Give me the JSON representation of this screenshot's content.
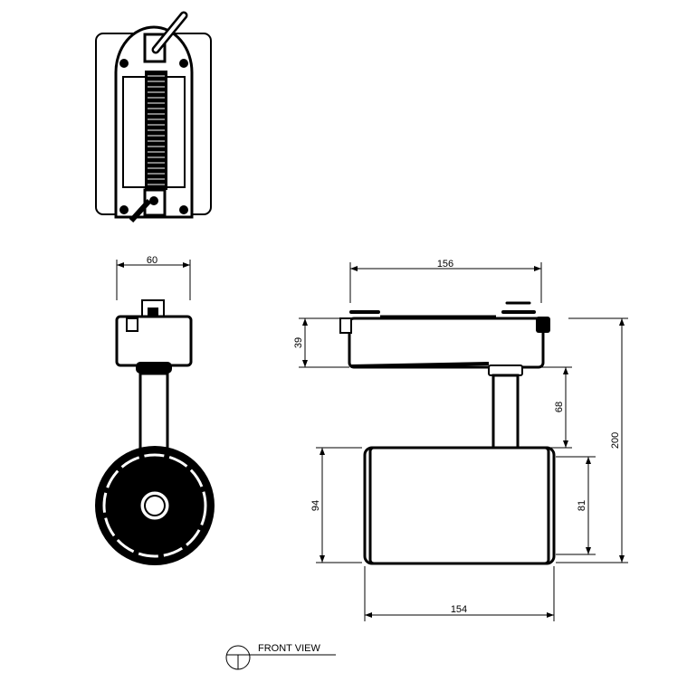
{
  "drawing": {
    "dimensions": {
      "side_width": "60",
      "adapter_length": "156",
      "adapter_height": "39",
      "stem_height": "68",
      "total_height": "200",
      "head_height": "94",
      "head_inner_height": "81",
      "head_length": "154"
    },
    "view_label": "FRONT VIEW"
  }
}
